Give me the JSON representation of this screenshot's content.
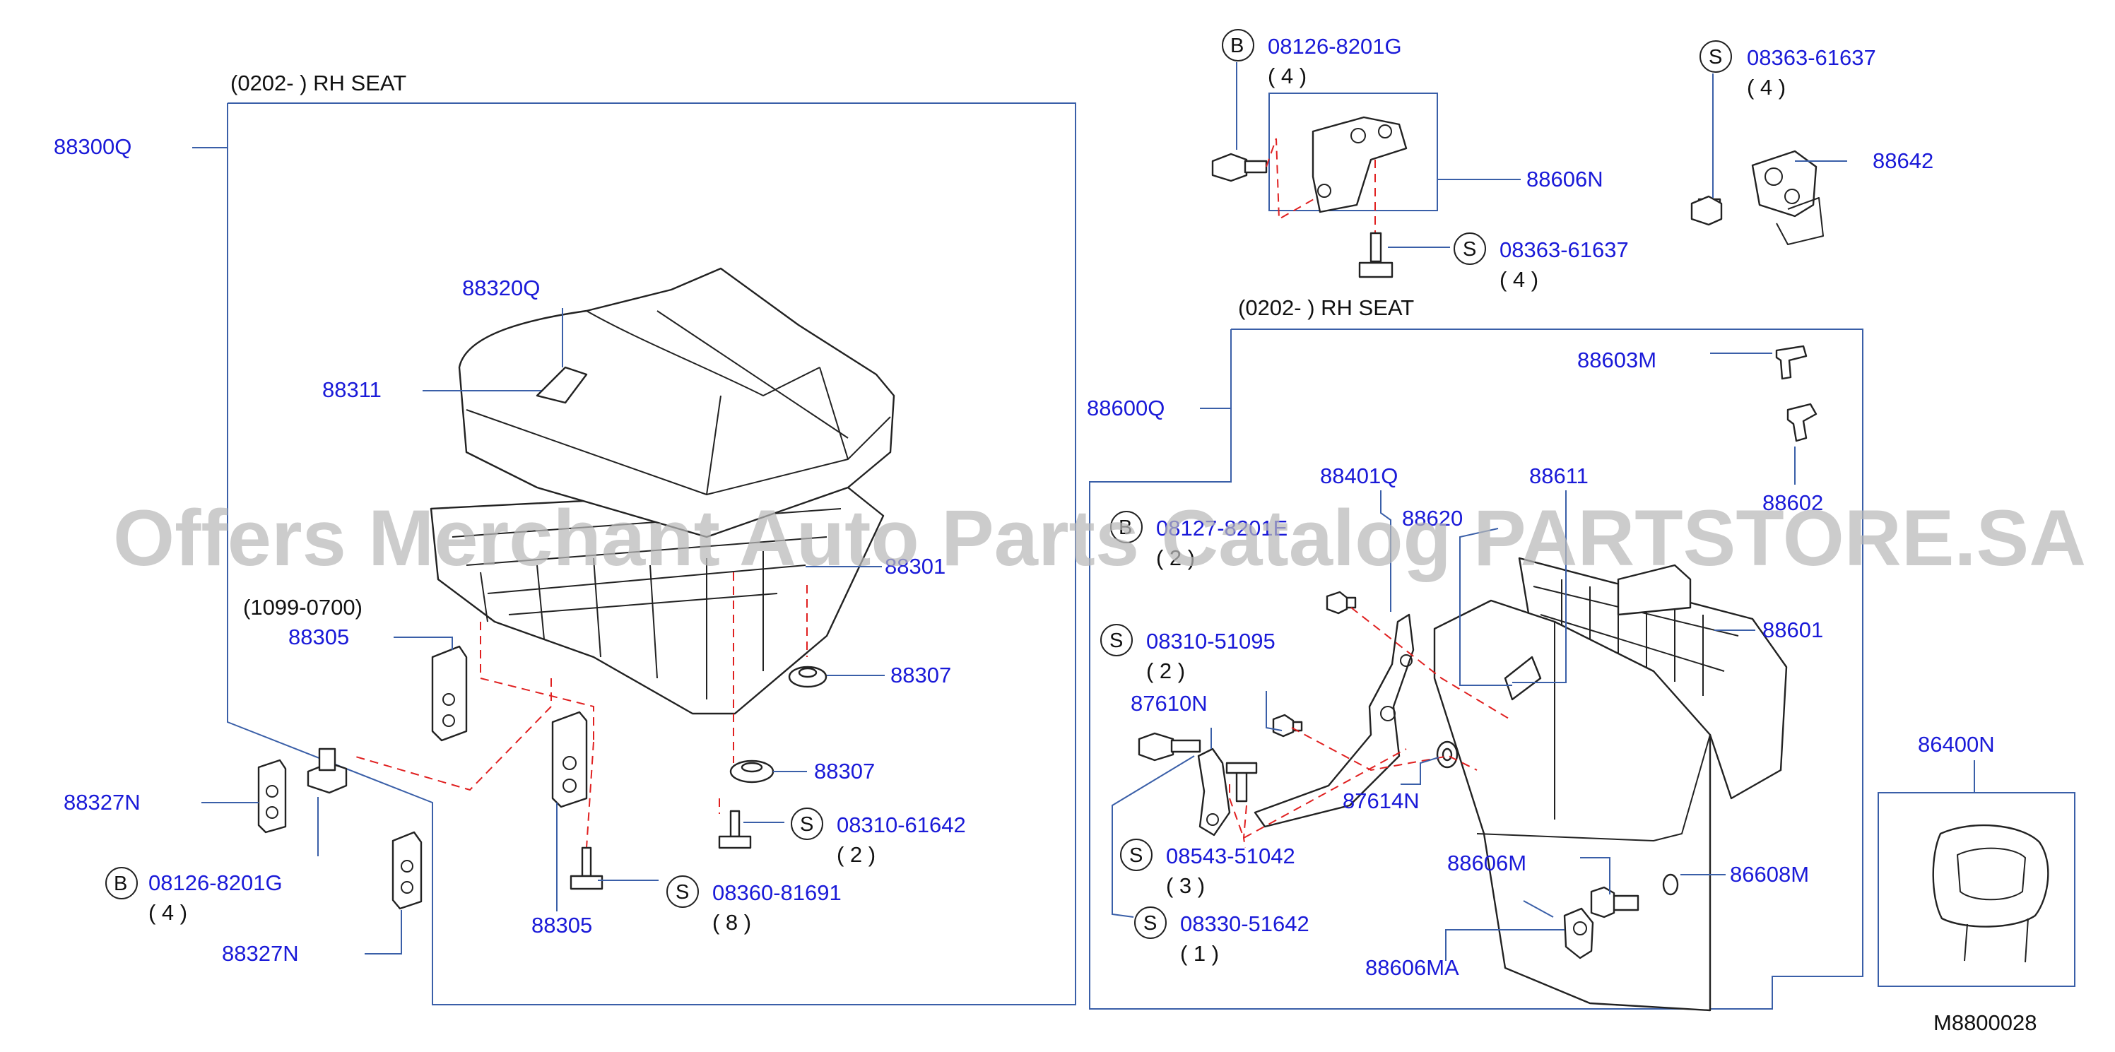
{
  "seat_cushion": {
    "heading": "(0202-     )  RH   SEAT",
    "assembly": "88300Q",
    "cushion": "88320Q",
    "trim": "88311",
    "frame": "88301",
    "grommet_upper": "88307",
    "grommet_lower": "88307",
    "date_note": "(1099-0700)",
    "bracket_upper": "88305",
    "bracket_lower": "88305",
    "hook_upper": "88327N",
    "hook_lower": "88327N",
    "bolt_code": "B",
    "bolt_part": "08126-8201G",
    "bolt_qty": "(  4  )",
    "screw_a_code": "S",
    "screw_a_part": "08310-61642",
    "screw_a_qty": "(  2  )",
    "screw_b_code": "S",
    "screw_b_part": "08360-81691",
    "screw_b_qty": "(  8  )"
  },
  "top_parts": {
    "bolt_code": "B",
    "bolt_part": "08126-8201G",
    "bolt_qty": "(  4  )",
    "bracket": "88606N",
    "screw_code": "S",
    "screw_part": "08363-61637",
    "screw_qty": "(  4  )",
    "clip_screw_code": "S",
    "clip_screw_part": "08363-61637",
    "clip_screw_qty": "(  4  )",
    "clip": "88642"
  },
  "seat_back": {
    "heading": "(0202-     )  RH   SEAT",
    "assembly": "88600Q",
    "pin_upper": "88603M",
    "pin_lower": "88602",
    "hinge": "88401Q",
    "trim": "88611",
    "pad": "88620",
    "frame": "88601",
    "bolt_code": "B",
    "bolt_part": "08127-8201E",
    "bolt_qty": "(  2  )",
    "screw_1_code": "S",
    "screw_1_part": "08310-51095",
    "screw_1_qty": "(  2  )",
    "lever": "87610N",
    "spring": "87614N",
    "screw_2_code": "S",
    "screw_2_part": "08543-51042",
    "screw_2_qty": "(  3  )",
    "screw_3_code": "S",
    "screw_3_part": "08330-51642",
    "screw_3_qty": "(  1  )",
    "striker": "88606M",
    "grommet": "86608M",
    "striker_plate": "88606MA"
  },
  "headrest": {
    "part": "86400N"
  },
  "footer": {
    "code": "M8800028"
  },
  "watermark": {
    "text": "Offers Merchant Auto Parts Catalog PARTSTORE.SA"
  },
  "colors": {
    "part_number": "#1a1ad8",
    "leader": "#3a5fa8",
    "dashed": "#e02020",
    "drawing": "#222222"
  }
}
